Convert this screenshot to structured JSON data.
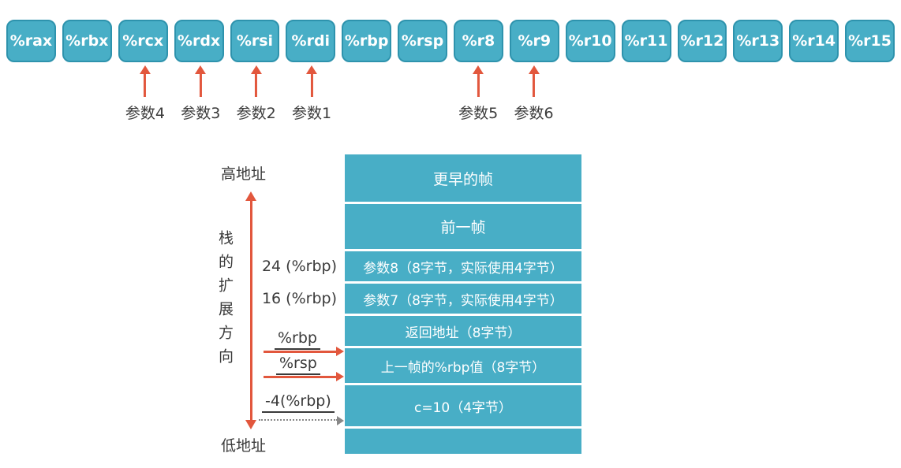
{
  "registers": [
    "%rax",
    "%rbx",
    "%rcx",
    "%rdx",
    "%rsi",
    "%rdi",
    "%rbp",
    "%rsp",
    "%r8",
    "%r9",
    "%r10",
    "%r11",
    "%r12",
    "%r13",
    "%r14",
    "%r15"
  ],
  "param_annotations": [
    {
      "register": "%rcx",
      "label": "参数4"
    },
    {
      "register": "%rdx",
      "label": "参数3"
    },
    {
      "register": "%rsi",
      "label": "参数2"
    },
    {
      "register": "%rdi",
      "label": "参数1"
    },
    {
      "register": "%r8",
      "label": "参数5"
    },
    {
      "register": "%r9",
      "label": "参数6"
    }
  ],
  "stack": {
    "rows": [
      {
        "label": "更早的帧",
        "left_label": ""
      },
      {
        "label": "前一帧",
        "left_label": ""
      },
      {
        "label": "参数8（8字节，实际使用4字节）",
        "left_label": "24 (%rbp)"
      },
      {
        "label": "参数7（8字节，实际使用4字节）",
        "left_label": "16 (%rbp)"
      },
      {
        "label": "返回地址（8字节）",
        "left_label": ""
      },
      {
        "label": "上一帧的%rbp值（8字节）",
        "left_label": ""
      },
      {
        "label": "c=10（4字节）",
        "left_label": ""
      },
      {
        "label": "",
        "left_label": ""
      }
    ],
    "high_address": "高地址",
    "low_address": "低地址",
    "direction_label": "栈的扩展方向",
    "rbp_pointer": "%rbp",
    "rsp_pointer": "%rsp",
    "offset_pointer": "-4(%rbp)"
  },
  "colors": {
    "box_fill": "#48aec6",
    "box_border": "#2e93ad",
    "arrow": "#e2573d",
    "text": "#3a3a3a",
    "dotted_arrow": "#888888"
  }
}
